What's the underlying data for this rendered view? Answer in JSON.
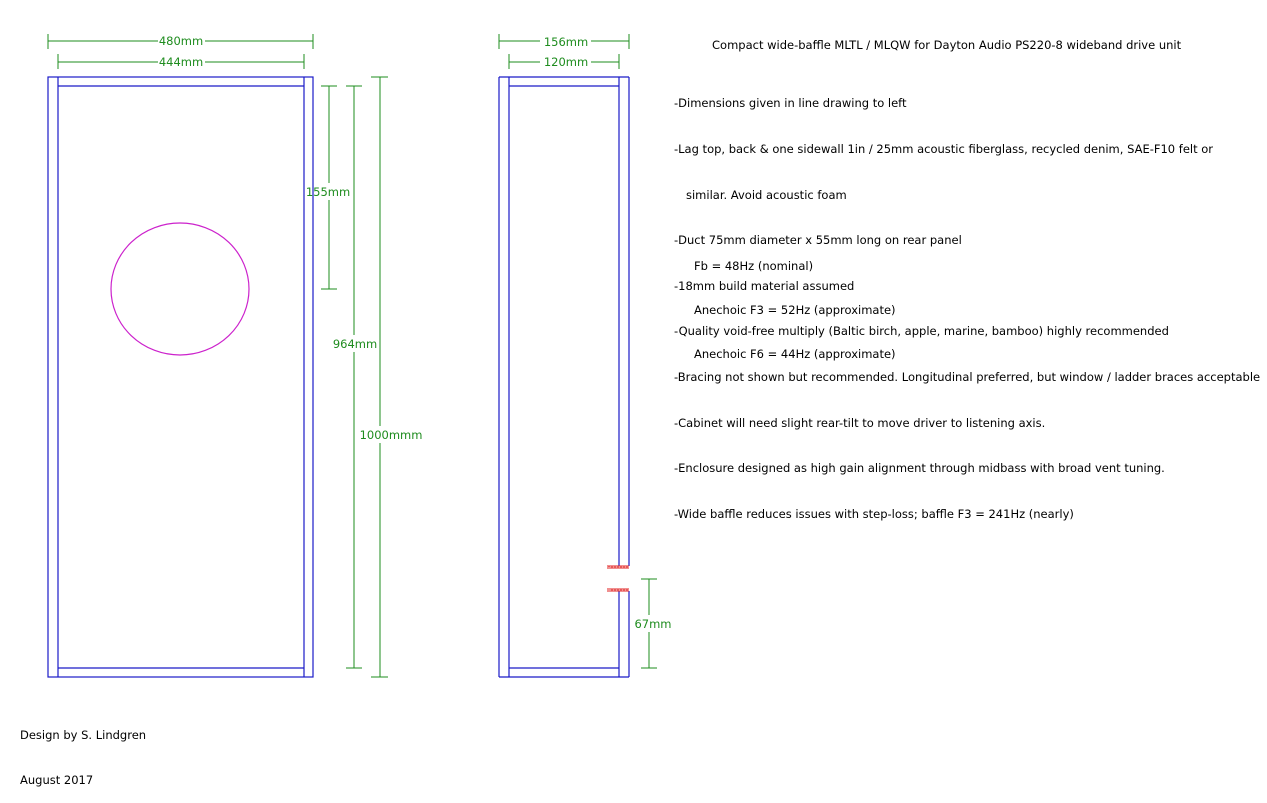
{
  "title": "Compact wide-baffle MLTL / MLQW for Dayton Audio PS220-8 wideband drive unit",
  "notes": [
    {
      "text": "-Dimensions given in line drawing to left"
    },
    {
      "text": "-Lag top, back & one sidewall 1in / 25mm acoustic fiberglass, recycled denim, SAE-F10 felt or"
    },
    {
      "text": "similar. Avoid acoustic foam",
      "indent": true
    },
    {
      "text": "-Duct 75mm diameter x 55mm long on rear panel"
    },
    {
      "text": "-18mm build material assumed"
    },
    {
      "text": "-Quality void-free multiply (Baltic birch, apple, marine, bamboo) highly recommended"
    },
    {
      "text": "-Bracing not shown but recommended. Longitudinal preferred, but window / ladder braces acceptable"
    },
    {
      "text": "-Cabinet will need slight rear-tilt to move driver to listening axis."
    },
    {
      "text": "-Enclosure designed as high gain alignment through midbass with broad vent tuning."
    },
    {
      "text": "-Wide baffle reduces issues with step-loss; baffle F3 = 241Hz (nearly)"
    }
  ],
  "specs": [
    "Fb = 48Hz (nominal)",
    "Anechoic F3 = 52Hz (approximate)",
    "Anechoic F6 = 44Hz (approximate)"
  ],
  "credit": {
    "author": "Design by S. Lindgren",
    "date": "August 2017"
  },
  "dimensions": {
    "front_outer_width": "480mm",
    "front_inner_width": "444mm",
    "driver_offset": "155mm",
    "inner_height": "964mm",
    "outer_height": "1000mmm",
    "side_outer_depth": "156mm",
    "side_inner_depth": "120mm",
    "port_height": "67mm"
  },
  "colors": {
    "panel": "#1a1ac8",
    "dimension": "#1e8c1e",
    "driver": "#cc22cc",
    "port": "#e02020"
  }
}
